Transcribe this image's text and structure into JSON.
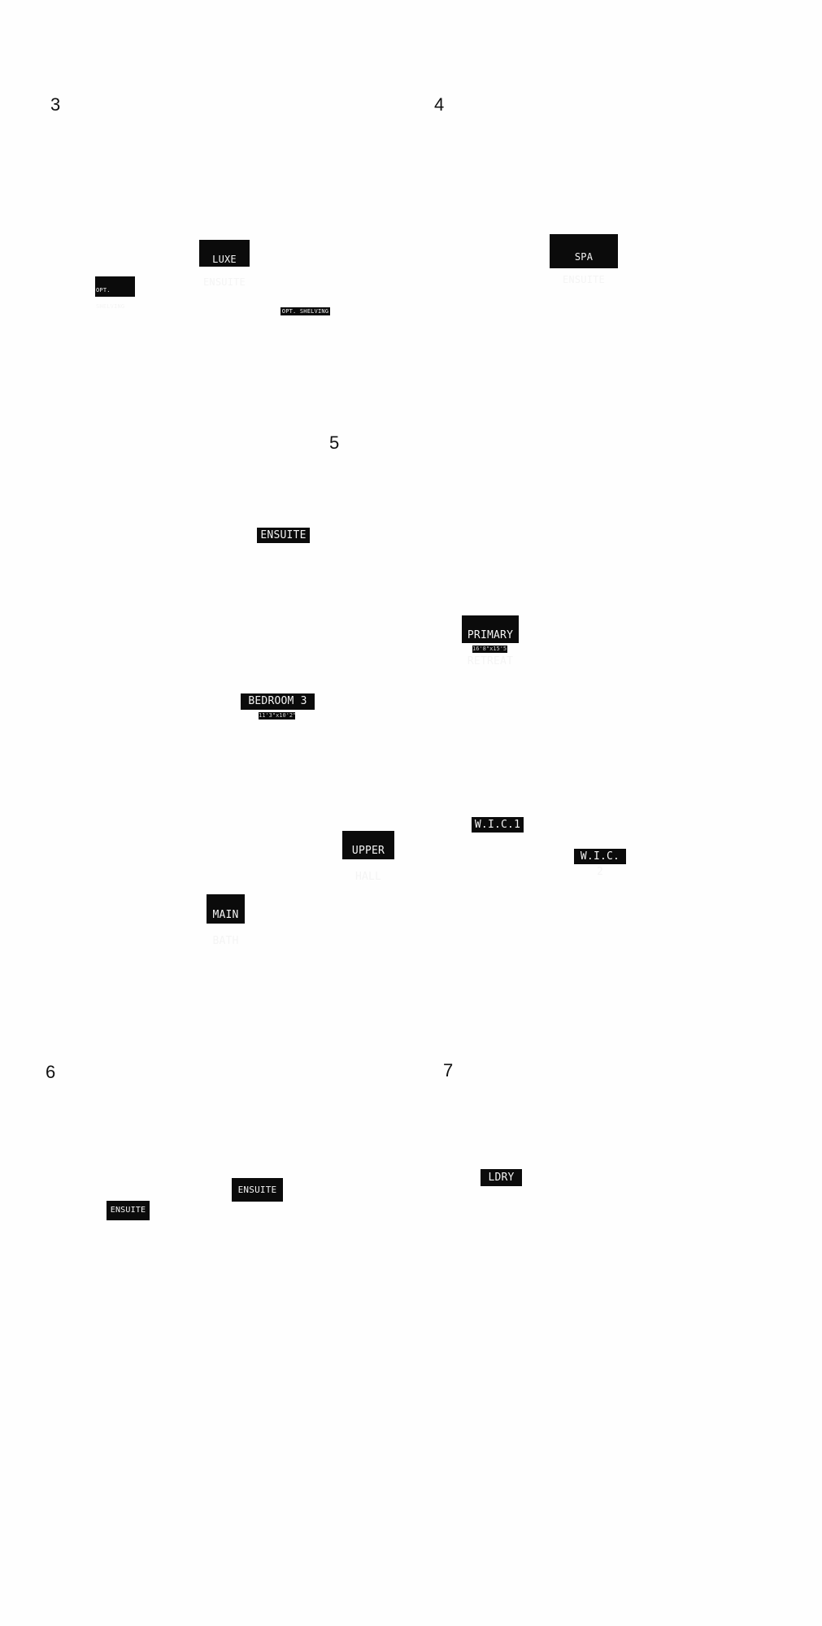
{
  "option_numbers": [
    "3",
    "4",
    "5",
    "6",
    "7"
  ],
  "labels": {
    "luxe_ensuite": [
      "LUXE",
      "ENSUITE"
    ],
    "opt_shelving_small": [
      "OPT.",
      "SHELVING"
    ],
    "opt_shelving_wide": "OPT. SHELVING",
    "spa_ensuite": [
      "SPA",
      "ENSUITE"
    ],
    "ensuite_5": "ENSUITE",
    "primary_retreat": [
      "PRIMARY",
      "RETREAT"
    ],
    "primary_retreat_dim": "16'8\"x15'5\"",
    "bedroom_3": "BEDROOM 3",
    "bedroom_3_dim": "11'3\"x10'2\"",
    "wic_1": "W.I.C.1",
    "wic_2": "W.I.C. 2",
    "upper_hall": [
      "UPPER",
      "HALL"
    ],
    "main_bath": [
      "MAIN",
      "BATH"
    ],
    "ensuite_6a": "ENSUITE",
    "ensuite_6b": "ENSUITE",
    "ldry": "LDRY"
  },
  "colors": {
    "background": "#fefefe",
    "label_fill": "#0b0b0b",
    "label_text": "#f4f4f4",
    "number_text": "#111111"
  }
}
